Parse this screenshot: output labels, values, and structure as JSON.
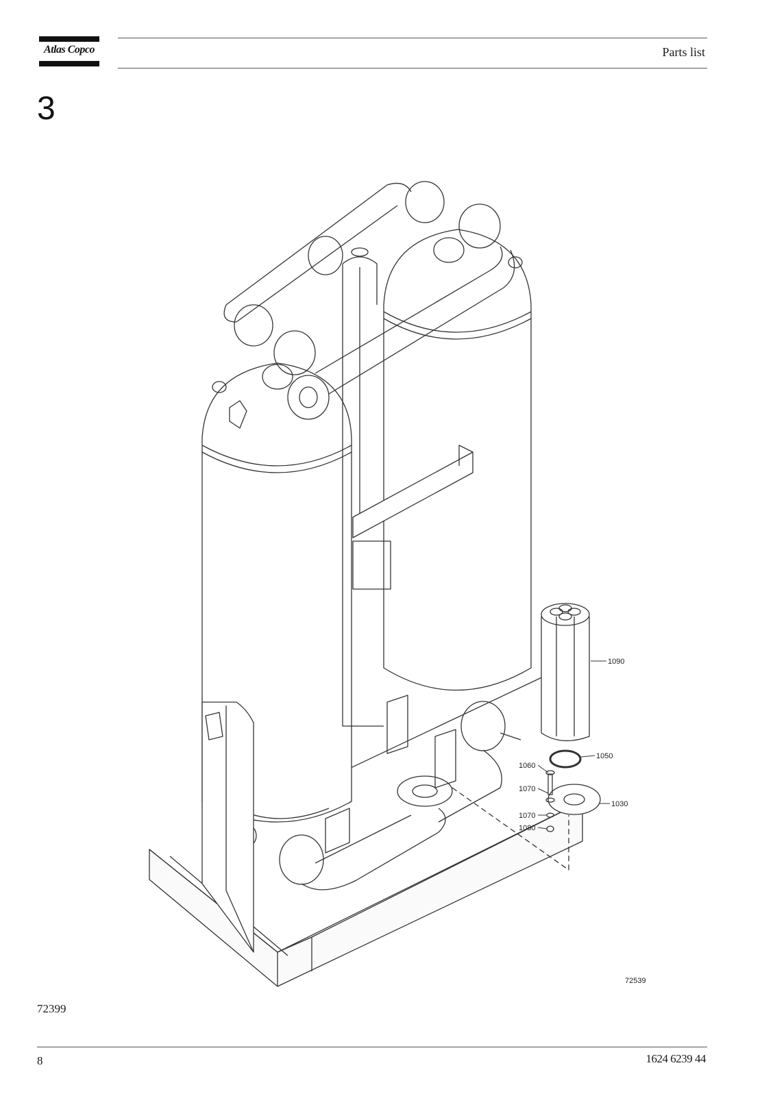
{
  "header": {
    "logo_text": "Atlas Copco",
    "title": "Parts list"
  },
  "section_number": "3",
  "drawing": {
    "drawing_ref": "72539",
    "callouts": [
      {
        "label": "1090"
      },
      {
        "label": "1050"
      },
      {
        "label": "1060"
      },
      {
        "label": "1070"
      },
      {
        "label": "1030"
      },
      {
        "label": "1070"
      },
      {
        "label": "1080"
      }
    ]
  },
  "figure_code": "72399",
  "footer": {
    "page_number": "8",
    "document_number": "1624 6239 44"
  }
}
